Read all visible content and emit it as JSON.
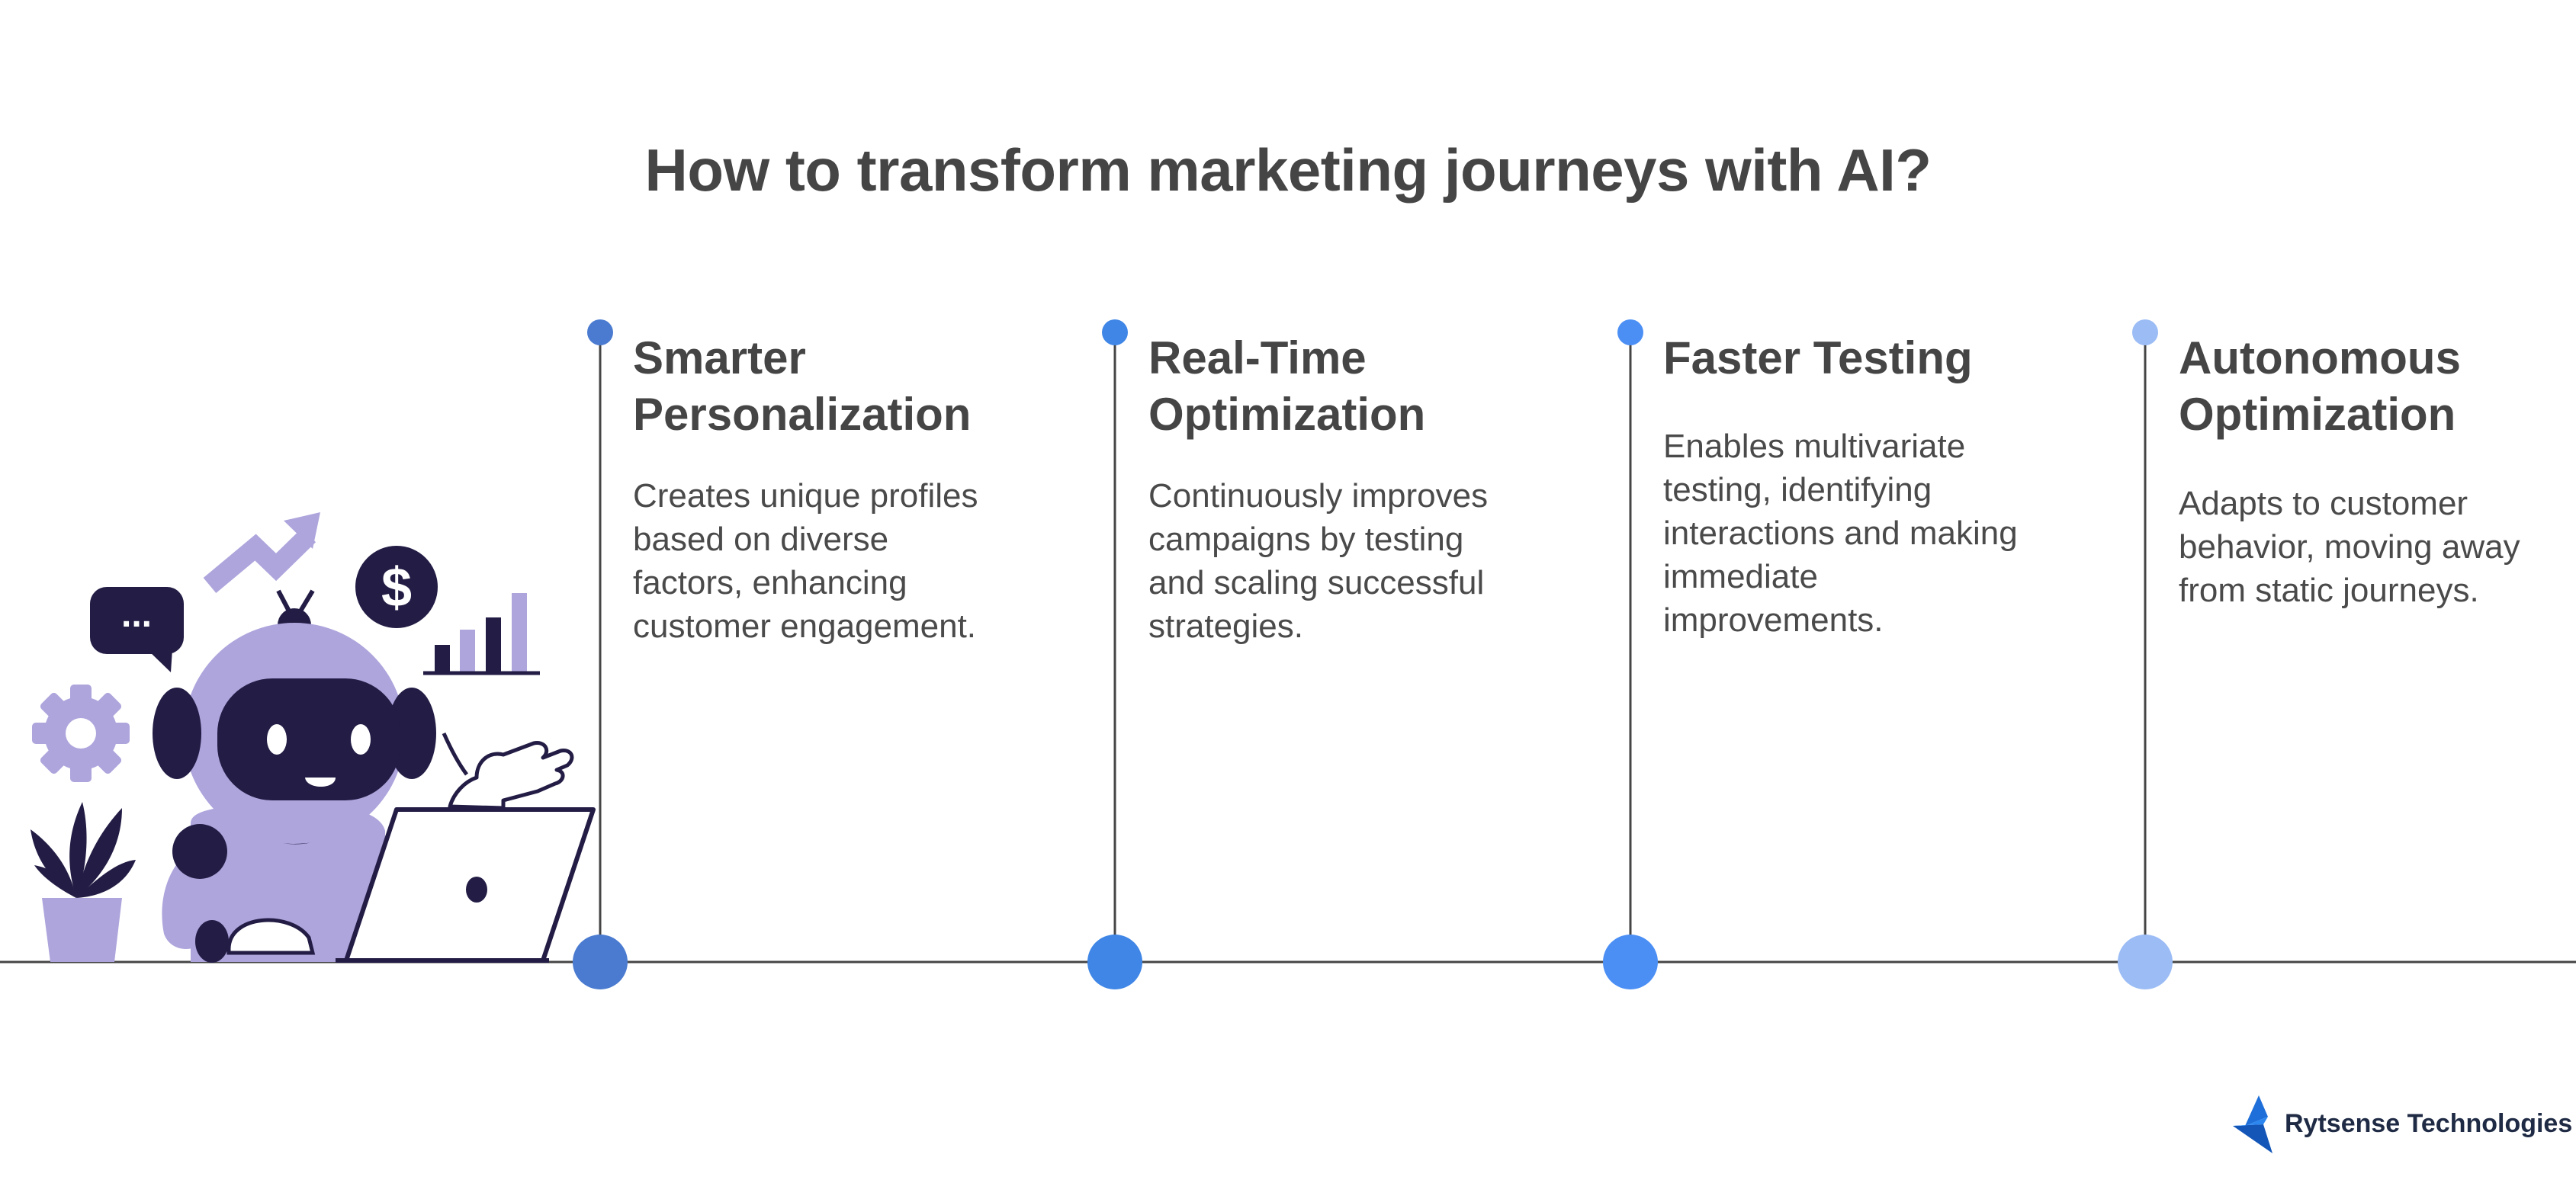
{
  "title": "How to transform marketing journeys with AI?",
  "steps": [
    {
      "title_lines": [
        "Smarter",
        "Personalization"
      ],
      "description_lines": [
        "Creates unique profiles",
        "based on diverse",
        "factors, enhancing",
        "customer engagement."
      ],
      "color": "#4a7bd0"
    },
    {
      "title_lines": [
        "Real-Time",
        "Optimization"
      ],
      "description_lines": [
        "Continuously improves",
        "campaigns by testing",
        "and scaling successful",
        "strategies."
      ],
      "color": "#3f86e6"
    },
    {
      "title_lines": [
        "Faster Testing"
      ],
      "description_lines": [
        "Enables multivariate",
        "testing, identifying",
        "interactions and making",
        "immediate",
        "improvements."
      ],
      "color": "#4b8ff5"
    },
    {
      "title_lines": [
        "Autonomous",
        "Optimization"
      ],
      "description_lines": [
        "Adapts to customer",
        "behavior, moving away",
        "from static journeys."
      ],
      "color": "#9bbcf5"
    }
  ],
  "illustration": {
    "speech_bubble_text": "...",
    "coin_symbol": "$",
    "primary_color": "#ada5dc",
    "dark_color": "#231d45"
  },
  "brand": {
    "name": "Rytsense Technologies",
    "icon": "rytsense-logo-icon",
    "color": "#1e6fd9"
  },
  "line_color": "#454545"
}
